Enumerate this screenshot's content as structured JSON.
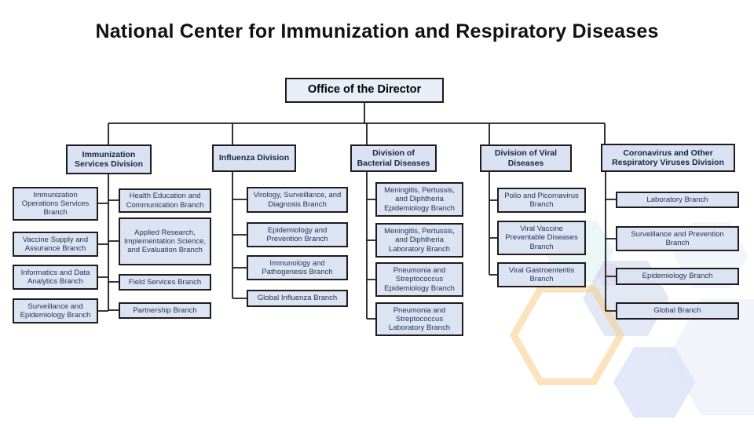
{
  "title": "National Center for Immunization and Respiratory Diseases",
  "org": {
    "root": "Office of the Director",
    "divisions": [
      {
        "label": "Immunization Services Division",
        "columns": {
          "left": [
            "Immunization Operations Services Branch",
            "Vaccine Supply and Assurance Branch",
            "Informatics and Data Analytics Branch",
            "Surveillance and Epidemiology Branch"
          ],
          "right": [
            "Health Education and Communication Branch",
            "Applied Research, Implementation Science, and Evaluation Branch",
            "Field Services Branch",
            "Partnership Branch"
          ]
        }
      },
      {
        "label": "Influenza Division",
        "branches": [
          "Virology, Surveillance, and Diagnosis Branch",
          "Epidemiology and Prevention Branch",
          "Immunology and Pathogenesis Branch",
          "Global Influenza Branch"
        ]
      },
      {
        "label": "Division of Bacterial Diseases",
        "branches": [
          "Meningitis, Pertussis, and Diphtheria Epidemiology Branch",
          "Meningitis, Pertussis, and Diphtheria Laboratory Branch",
          "Pneumonia and Streptococcus Epidemiology Branch",
          "Pneumonia and Streptococcus Laboratory Branch"
        ]
      },
      {
        "label": "Division of Viral Diseases",
        "branches": [
          "Polio and Picornavirus Branch",
          "Viral Vaccine Preventable Diseases Branch",
          "Viral Gastroenteritis Branch"
        ]
      },
      {
        "label": "Coronavirus and Other Respiratory Viruses Division",
        "branches": [
          "Laboratory Branch",
          "Surveillance and Prevention Branch",
          "Epidemiology Branch",
          "Global Branch"
        ]
      }
    ]
  },
  "colors": {
    "box_fill": "#dce3f3",
    "office_fill": "#e9edf7",
    "box_border": "#1c1c1c",
    "connector": "#1c1c1c",
    "title_text": "#111111",
    "box_text": "#253352",
    "watermark_orange": "#f8c77d",
    "watermark_blue": "#bcc8e8",
    "watermark_teal": "#c7ebe8",
    "watermark_periwinkle": "#dce4f6"
  }
}
